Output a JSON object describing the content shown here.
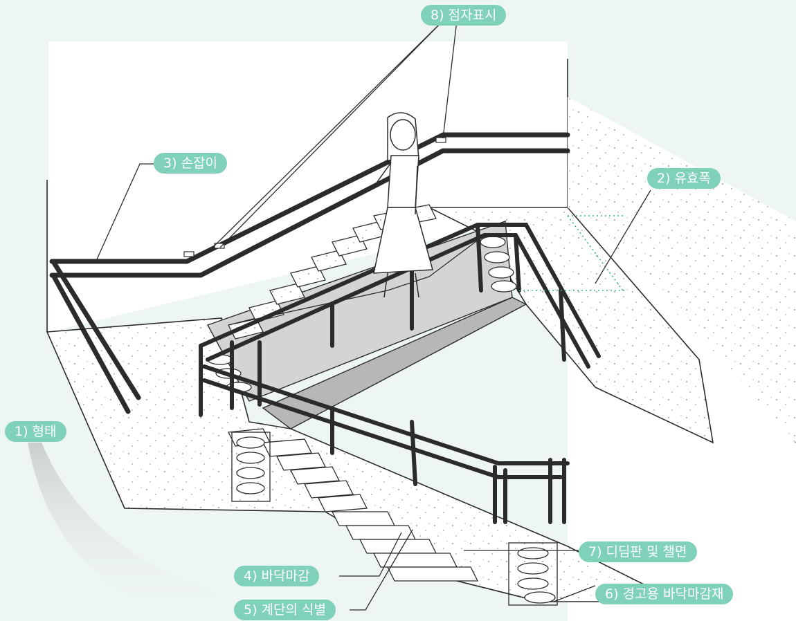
{
  "labels": {
    "l1": "1) 형태",
    "l2": "2) 유효폭",
    "l3": "3) 손잡이",
    "l4": "4) 바닥마감",
    "l5": "5) 계단의 식별",
    "l6": "6) 경고용 바닥마감재",
    "l7": "7) 디딤판 및 챌면",
    "l8": "8) 점자표시"
  },
  "colors": {
    "label_bg": "#7fd1b9",
    "label_text": "#ffffff",
    "background": "#eef6f4",
    "ink": "#2b2b2b",
    "dim_line": "#3fae8e"
  }
}
